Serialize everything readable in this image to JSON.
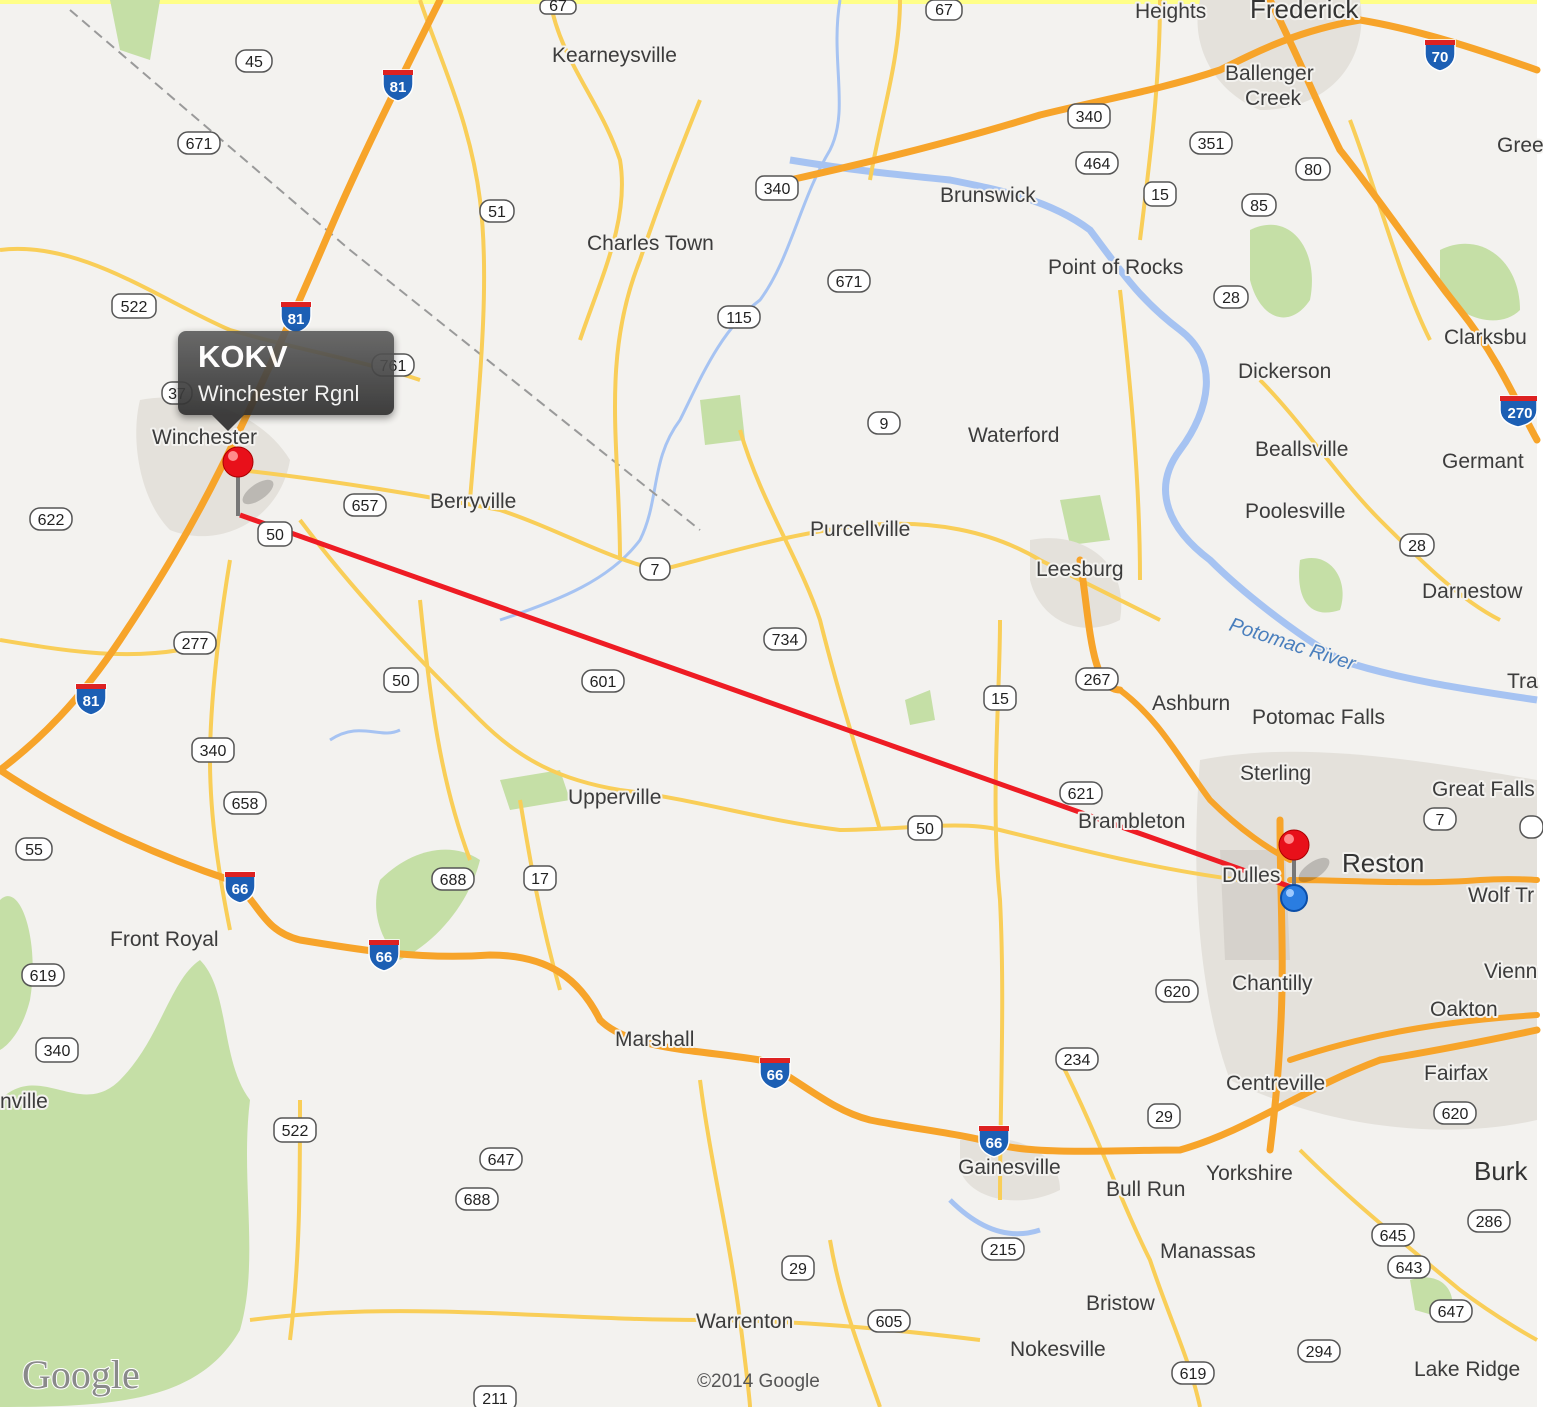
{
  "map": {
    "copyright": "©2014 Google",
    "logo": "Google",
    "colors": {
      "land": "#f3f2ef",
      "highway": "#f7a42a",
      "road": "#f9ce58",
      "water": "#a6c3f2",
      "park": "#c4dfa4",
      "route_line": "#ee1c24"
    },
    "popup": {
      "code": "KOKV",
      "name": "Winchester Rgnl"
    },
    "pins": [
      {
        "name": "origin-pin",
        "icon": "red-map-pin-icon"
      },
      {
        "name": "destination-pin",
        "icon": "red-map-pin-icon"
      },
      {
        "name": "destination-marker",
        "icon": "blue-location-dot-icon"
      }
    ],
    "places": [
      "Kearneysville",
      "Heights",
      "Frederick",
      "Ballenger",
      "Creek",
      "Charles Town",
      "Brunswick",
      "Point of Rocks",
      "Dickerson",
      "Clarksbu",
      "Waterford",
      "Beallsville",
      "Germant",
      "Winchester",
      "Berryville",
      "Purcellville",
      "Poolesville",
      "Leesburg",
      "Darnestow",
      "Ashburn",
      "Potomac Falls",
      "Tra",
      "Sterling",
      "Great Falls",
      "Brambleton",
      "Reston",
      "Dulles",
      "Wolf Tr",
      "Upperville",
      "Chantilly",
      "Vienn",
      "Oakton",
      "Front Royal",
      "Fairfax",
      "Marshall",
      "Centreville",
      "Yorkshire",
      "Burk",
      "Gainesville",
      "Bull Run",
      "nville",
      "Manassas",
      "Bristow",
      "Warrenton",
      "Nokesville",
      "Lake Ridge",
      "Gree"
    ],
    "river": "Potomac River",
    "routes": [
      "45",
      "81",
      "671",
      "522",
      "81",
      "761",
      "37",
      "51",
      "340",
      "115",
      "671",
      "9",
      "340",
      "464",
      "351",
      "80",
      "85",
      "15",
      "28",
      "270",
      "28",
      "622",
      "657",
      "50",
      "7",
      "734",
      "601",
      "267",
      "15",
      "277",
      "81",
      "50",
      "340",
      "658",
      "621",
      "7",
      "55",
      "66",
      "688",
      "17",
      "50",
      "66",
      "619",
      "340",
      "620",
      "234",
      "29",
      "620",
      "522",
      "647",
      "688",
      "66",
      "215",
      "286",
      "645",
      "643",
      "647",
      "29",
      "605",
      "294",
      "619",
      "211",
      "67",
      "70",
      "67"
    ]
  }
}
